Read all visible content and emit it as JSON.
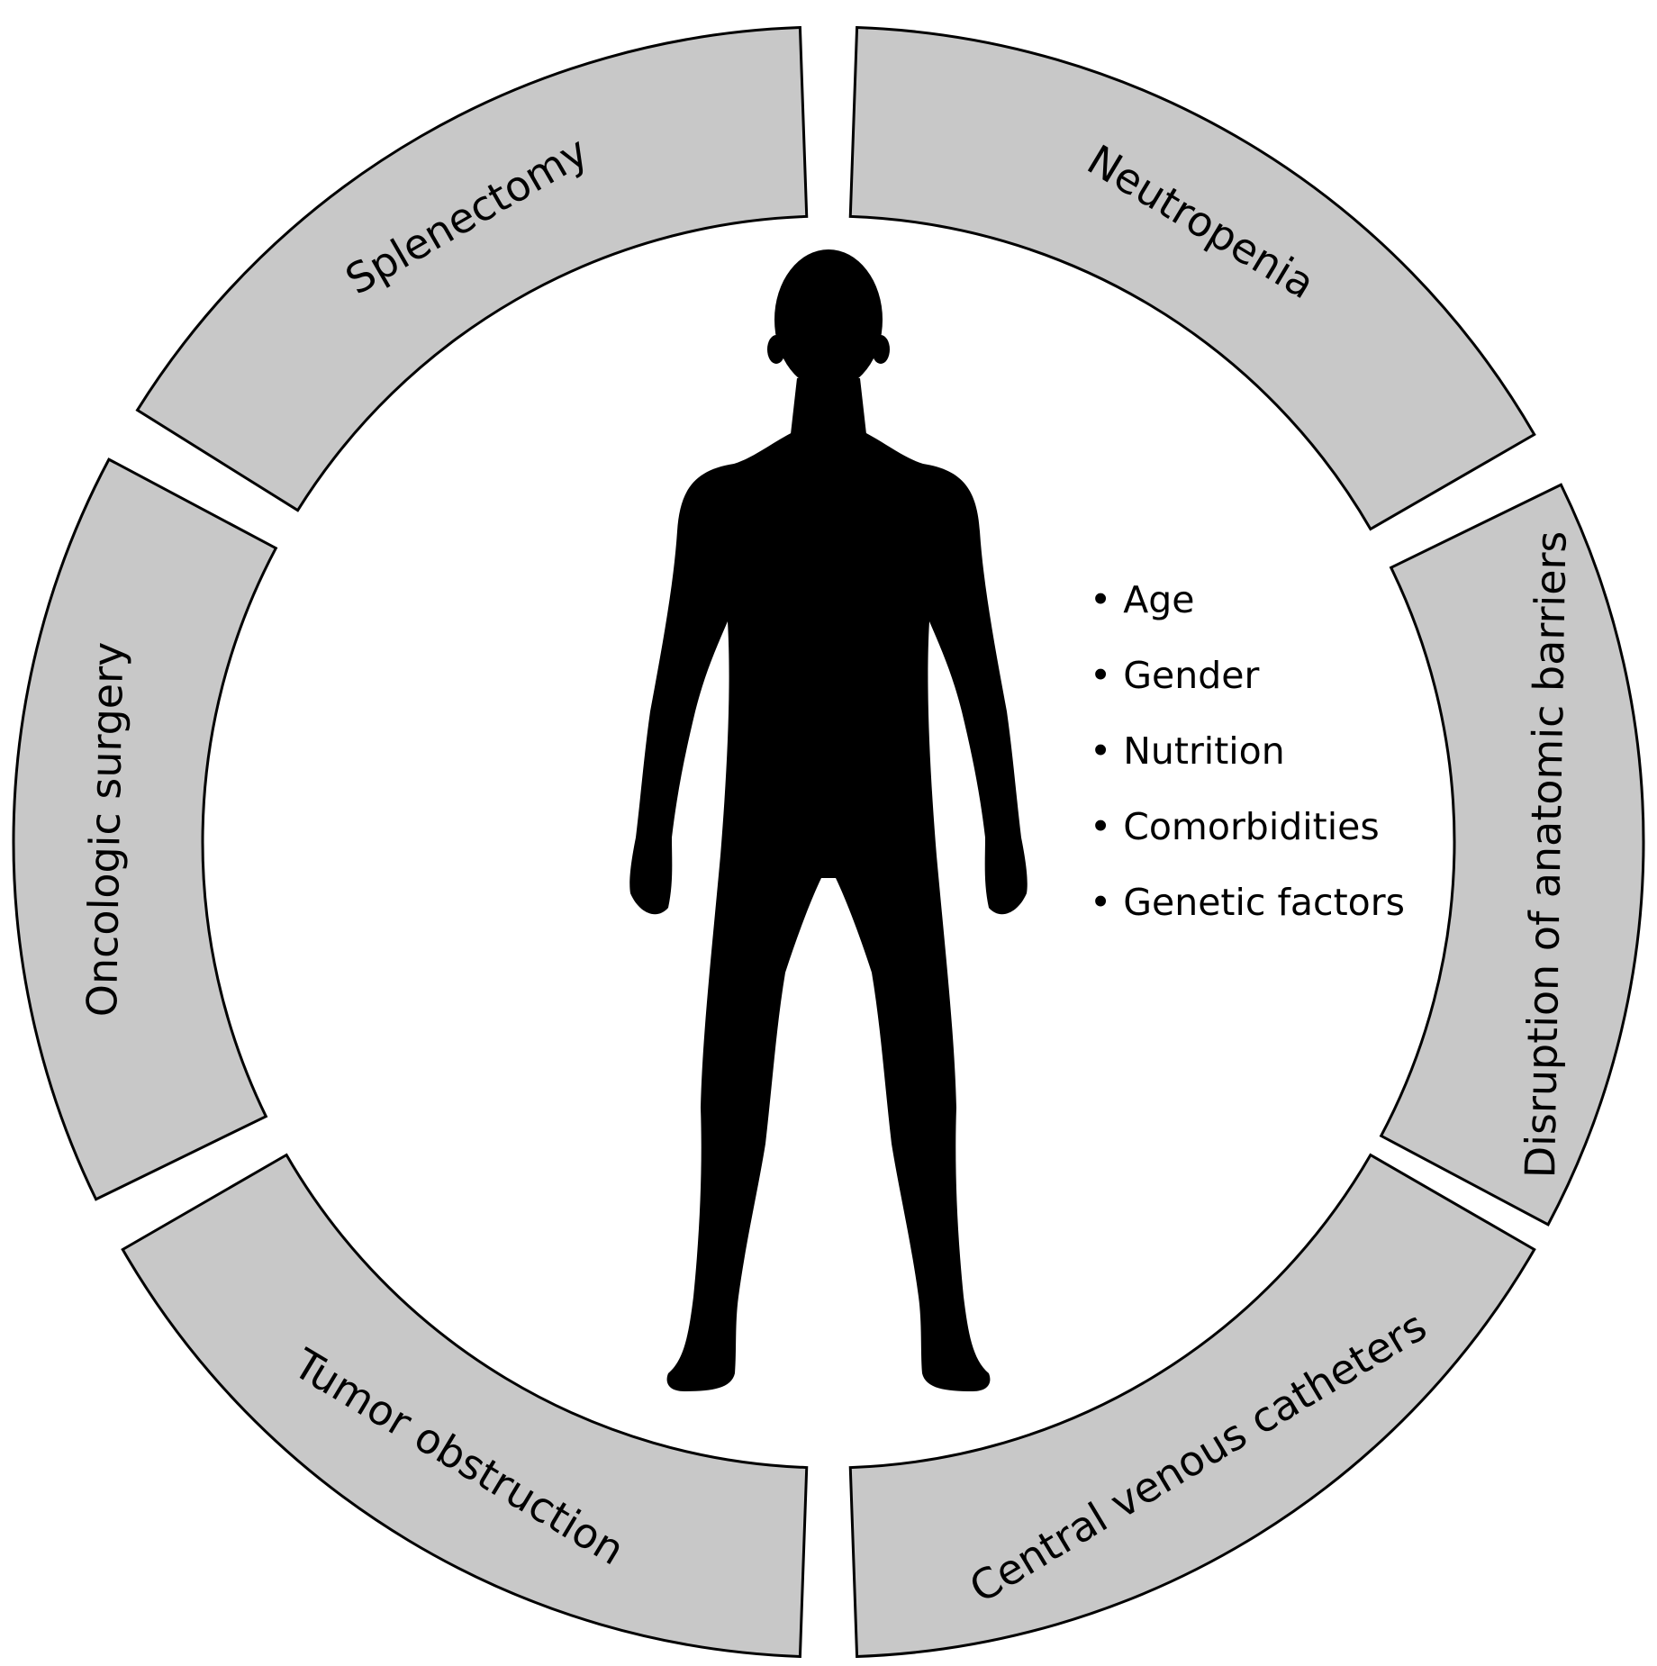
{
  "segments": [
    {
      "label": "Splenectomy"
    },
    {
      "label": "Neutropenia"
    },
    {
      "label": "Disruption of anatomic barriers"
    },
    {
      "label": "Central venous catheters"
    },
    {
      "label": "Tumor obstruction"
    },
    {
      "label": "Oncologic surgery"
    }
  ],
  "host_factors": {
    "bullet": "•",
    "items": [
      "Age",
      "Gender",
      "Nutrition",
      "Comorbidities",
      "Genetic factors"
    ]
  },
  "colors": {
    "segment_fill": "#c8c8c8",
    "outline": "#000000",
    "silhouette": "#000000",
    "background": "#ffffff"
  },
  "icons": {
    "center": "human-silhouette-icon"
  }
}
